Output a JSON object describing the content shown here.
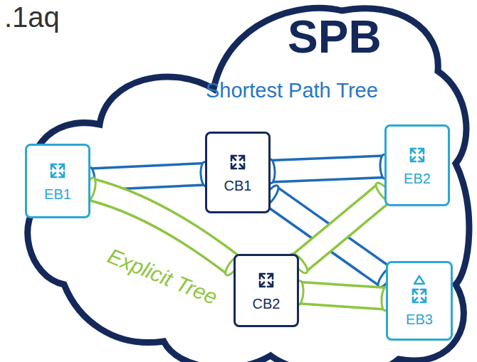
{
  "diagram": {
    "nodes": [
      {
        "text": [
          "EB1"
        ]
      },
      {
        "text": [
          "CB1"
        ]
      },
      {
        "text": [
          "EB2"
        ]
      },
      {
        "text": [
          "CB2"
        ]
      },
      {
        "text": [
          "EB3"
        ]
      }
    ],
    "edges": [
      {
        "from": 0,
        "to": 1,
        "arrow": "none"
      },
      {
        "from": 1,
        "to": 2,
        "arrow": "none"
      },
      {
        "from": 1,
        "to": 4,
        "arrow": "none"
      },
      {
        "from": 0,
        "to": 3,
        "arrow": "none"
      },
      {
        "from": 3,
        "to": 2,
        "arrow": "none"
      },
      {
        "from": 3,
        "to": 4,
        "arrow": "none"
      }
    ],
    "labels": [
      ".1aq",
      "SPB",
      "Shortest Path Tree",
      "Explicit Tree"
    ]
  }
}
